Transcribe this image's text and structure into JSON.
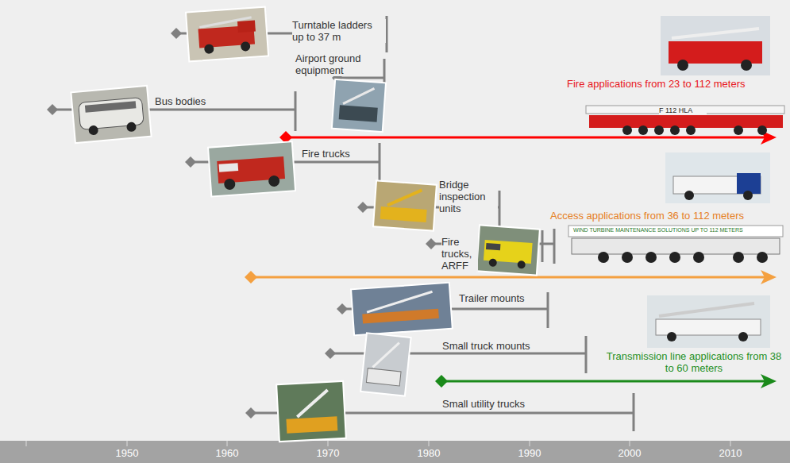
{
  "diagram": {
    "labels": [
      "Turntable ladders up to 37 m",
      "Airport ground equipment",
      "Bus bodies",
      "Fire applications from 23 to 112 meters",
      "F 112 HLA",
      "Fire trucks",
      "Bridge inspection units",
      "Access applications from 36 to 112 meters",
      "Fire trucks, ARFF",
      "WIND TURBINE MAINTENANCE SOLUTIONS UP TO 112 METERS",
      "Trailer mounts",
      "Small truck mounts",
      "Transmission line applications from 38 to 60 meters",
      "Small utility trucks",
      "1950",
      "1960",
      "1970",
      "1980",
      "1990",
      "2000",
      "2010"
    ]
  }
}
